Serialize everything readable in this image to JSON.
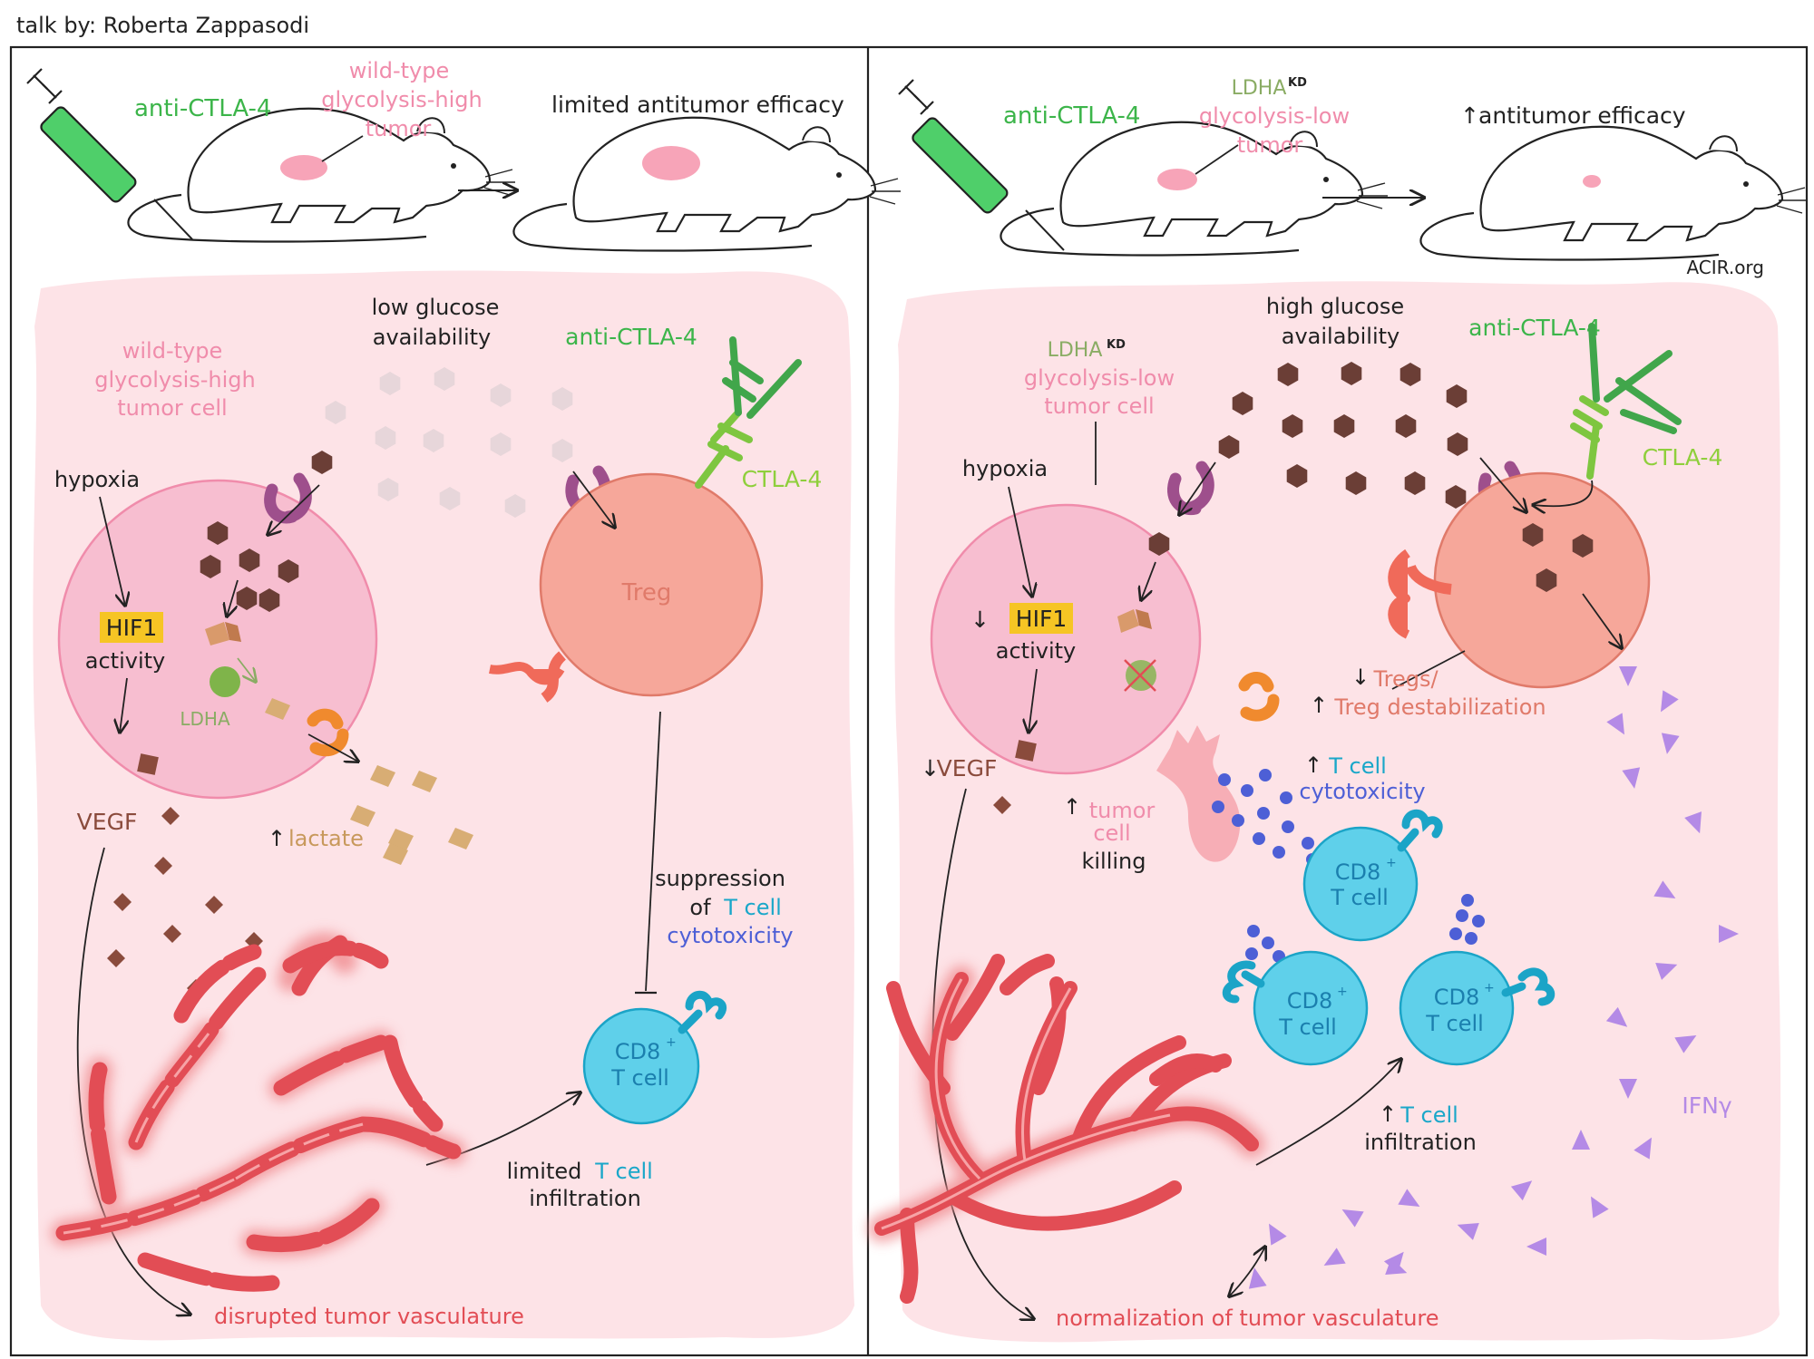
{
  "header": {
    "credit": "talk by: Roberta Zappasodi"
  },
  "watermark": "ACIR.org",
  "colors": {
    "green": "#3cb54a",
    "pink_text": "#f08cab",
    "olive": "#8aac64",
    "cyan": "#1aa7c9",
    "blue": "#4d5fd6",
    "red": "#e0535e",
    "dark": "#222222",
    "tan": "#c8995c",
    "brown": "#6b3e36",
    "bg_pink": "#fde3e7"
  },
  "left": {
    "drug": "anti-CTLA-4",
    "tumor_label": [
      "wild-type",
      "glycolysis-high",
      "tumor"
    ],
    "outcome": "limited antitumor efficacy",
    "glucose_label": [
      "low glucose",
      "availability"
    ],
    "antibody": "anti-CTLA-4",
    "receptor": "CTLA-4",
    "tumor_cell_label": [
      "wild-type",
      "glycolysis-high",
      "tumor cell"
    ],
    "hypoxia": "hypoxia",
    "hif1": "HIF1",
    "activity": "activity",
    "ldha": "LDHA",
    "vegf": "VEGF",
    "lactate": "lactate",
    "treg": "Treg",
    "suppression": [
      "suppression",
      "of",
      "T cell",
      "cytotoxicity"
    ],
    "cd8": [
      "CD8",
      "+",
      "T cell"
    ],
    "infiltration": [
      "limited",
      "T cell",
      "infiltration"
    ],
    "vasculature": "disrupted tumor vasculature"
  },
  "right": {
    "drug": "anti-CTLA-4",
    "tumor_label_kd": [
      "LDHA",
      "KD"
    ],
    "tumor_label": [
      "glycolysis-low",
      "tumor"
    ],
    "outcome": "antitumor efficacy",
    "glucose_label": [
      "high glucose",
      "availability"
    ],
    "antibody": "anti-CTLA-4",
    "receptor": "CTLA-4",
    "tumor_cell_kd": [
      "LDHA",
      "KD"
    ],
    "tumor_cell_label": [
      "glycolysis-low",
      "tumor cell"
    ],
    "hypoxia": "hypoxia",
    "hif1": "HIF1",
    "activity": "activity",
    "vegf": "VEGF",
    "tregs": [
      "Tregs/",
      "Treg destabilization"
    ],
    "tumor_killing": [
      "tumor",
      "cell",
      "killing"
    ],
    "cytotox": [
      "T cell",
      "cytotoxicity"
    ],
    "cd8": [
      "CD8",
      "+",
      "T cell"
    ],
    "infiltration": [
      "T cell",
      "infiltration"
    ],
    "ifng": "IFNγ",
    "vasculature": "normalization of tumor vasculature"
  }
}
